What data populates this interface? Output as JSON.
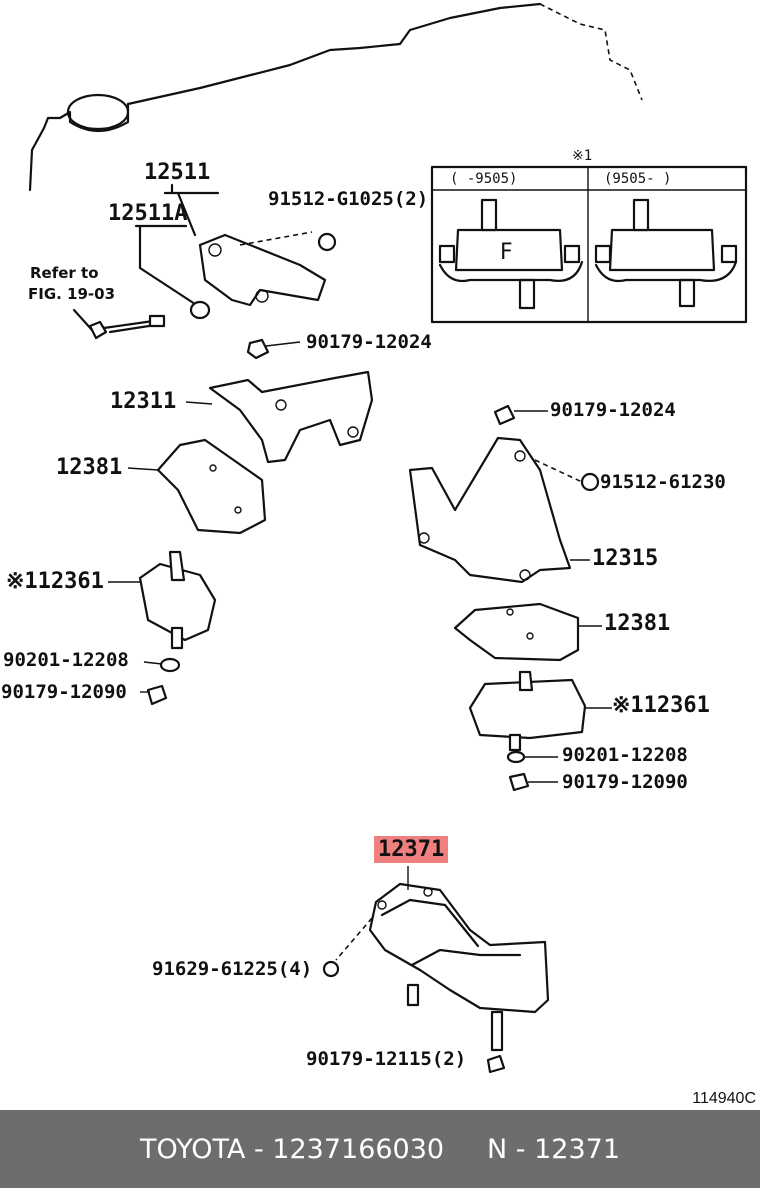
{
  "labels": {
    "p12511": "12511",
    "p12511A": "12511A",
    "refer": "Refer to",
    "fig": "FIG. 19-03",
    "p91512_g1025": "91512-G1025(2)",
    "p90179_12024_a": "90179-12024",
    "p12311": "12311",
    "p12381_a": "12381",
    "p12361_a": "※112361",
    "p90201_12208_a": "90201-12208",
    "p90179_12090_a": "90179-12090",
    "p90179_12024_b": "90179-12024",
    "p91512_61230": "91512-61230",
    "p12315": "12315",
    "p12381_b": "12381",
    "p12361_b": "※112361",
    "p90201_12208_b": "90201-12208",
    "p90179_12090_b": "90179-12090",
    "p12371": "12371",
    "p91629_61225": "91629-61225(4)",
    "p90179_12115": "90179-12115(2)"
  },
  "inset": {
    "note": "※1",
    "col1": "(    -9505)",
    "col2": "(9505-    )",
    "letter": "F"
  },
  "diagram_code": "114940C",
  "footer": {
    "brand": "TOYOTA",
    "part_number": "1237166030",
    "ref": "N - 12371",
    "separator": " - "
  },
  "colors": {
    "highlight": "#f08080",
    "footer_bg": "#6d6d6d",
    "line": "#111111"
  }
}
